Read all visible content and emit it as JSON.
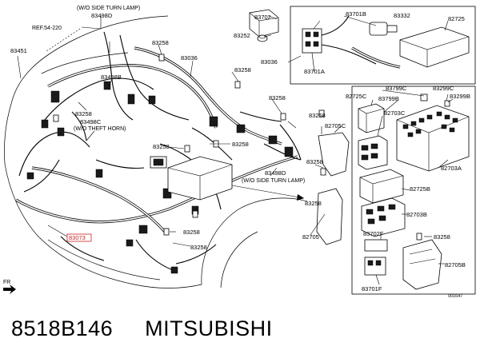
{
  "notes": {
    "wo_side_turn_lamp_top": "(W/O SIDE TURN LAMP)",
    "wo_theft_horn": "(W/O THEFT HORN)",
    "wo_side_turn_lamp_mid": "(W/O SIDE TURN LAMP)",
    "ref": "REF.54-220",
    "front_marker": "FR",
    "figure_code": "001647"
  },
  "labels": {
    "p83498D_top": "83498D",
    "p83451": "83451",
    "p83258_a": "83258",
    "p83258_b": "83258",
    "p83258_c": "83258",
    "p83258_d": "83258",
    "p83258_e": "83258",
    "p83258_f": "83258",
    "p83258_g": "83258",
    "p83258_h": "83258",
    "p83258_i": "83258",
    "p83258_j": "83258",
    "p83258_k": "83258",
    "p83258_l": "83258",
    "p83036_a": "83036",
    "p83036_b": "83036",
    "p83498B": "83498B",
    "p83498C": "83498C",
    "p83498D_mid": "83498D",
    "p83073": "83073",
    "p83702": "83702",
    "p83252": "83252",
    "p83701B": "83701B",
    "p83332": "83332",
    "p82725": "82725",
    "p83701A": "83701A",
    "p83799C": "83799C",
    "p83299C": "83299C",
    "p83299B": "83299B",
    "p82725C": "82725C",
    "p83799B": "83799B",
    "p82703C": "82703C",
    "p82705C": "82705C",
    "p82703A": "82703A",
    "p82725B": "82725B",
    "p82703B": "82703B",
    "p82705": "82705",
    "p83702F": "83702F",
    "p83701F": "83701F",
    "p82705B": "82705B"
  },
  "footer": {
    "part_number": "8518B146",
    "brand": "MITSUBISHI"
  }
}
